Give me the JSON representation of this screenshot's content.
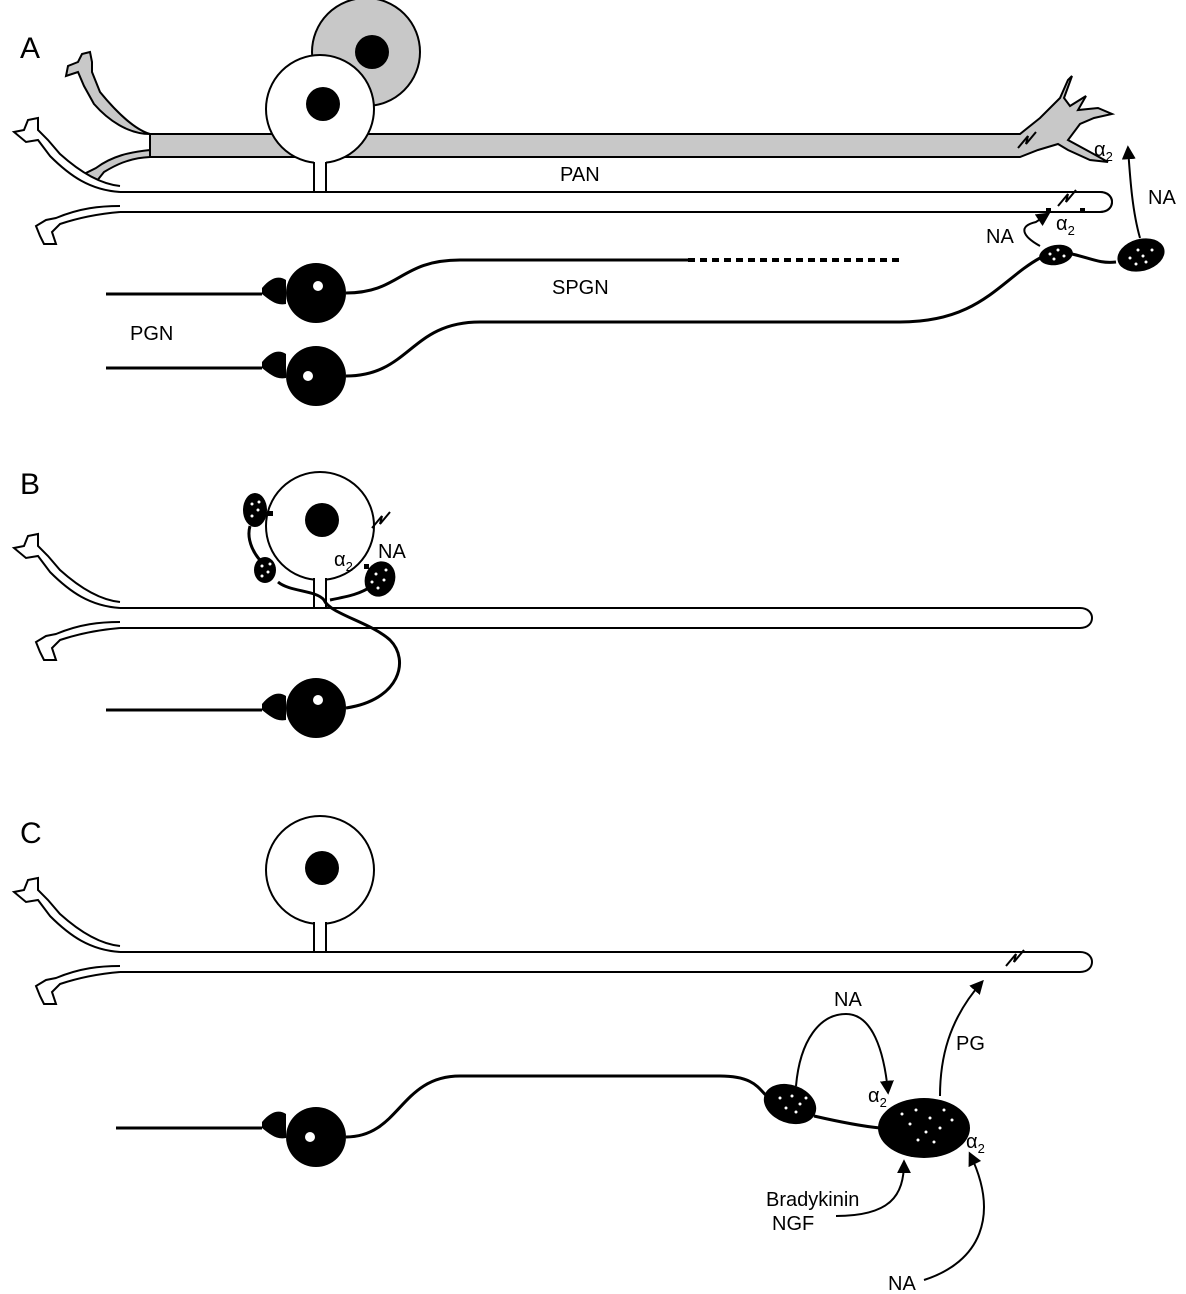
{
  "panels": [
    {
      "letter": "A",
      "labels": {
        "pan": "PAN",
        "spgn": "SPGN",
        "pgn": "PGN",
        "na_left": "NA",
        "na_right": "NA",
        "alpha_lower": "α",
        "alpha_lower_sub": "2",
        "alpha_upper": "α",
        "alpha_upper_sub": "2"
      }
    },
    {
      "letter": "B",
      "labels": {
        "na": "NA",
        "alpha": "α",
        "alpha_sub": "2"
      }
    },
    {
      "letter": "C",
      "labels": {
        "na_top": "NA",
        "pg": "PG",
        "alpha_top": "α",
        "alpha_top_sub": "2",
        "alpha_right": "α",
        "alpha_right_sub": "2",
        "bradykinin": "Bradykinin",
        "ngf": "NGF",
        "na_bottom": "NA"
      }
    }
  ],
  "colors": {
    "gray_neuron": "#c8c8c8",
    "white_neuron": "#ffffff",
    "sympathetic": "#000000"
  }
}
